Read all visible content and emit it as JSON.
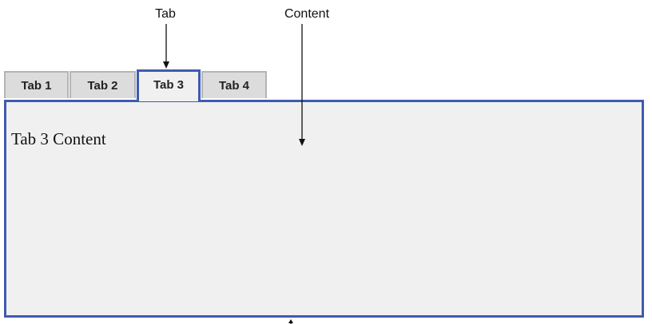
{
  "annotations": {
    "tab_label": "Tab",
    "content_label": "Content"
  },
  "tabs": [
    {
      "label": "Tab 1"
    },
    {
      "label": "Tab 2"
    },
    {
      "label": "Tab 3"
    },
    {
      "label": "Tab 4"
    }
  ],
  "active_tab": "Tab 3",
  "content": {
    "text": "Tab 3 Content"
  },
  "colors": {
    "accent": "#3f5bb0",
    "panel": "#f0f0f0",
    "tab_inactive": "#dcdcdc"
  }
}
